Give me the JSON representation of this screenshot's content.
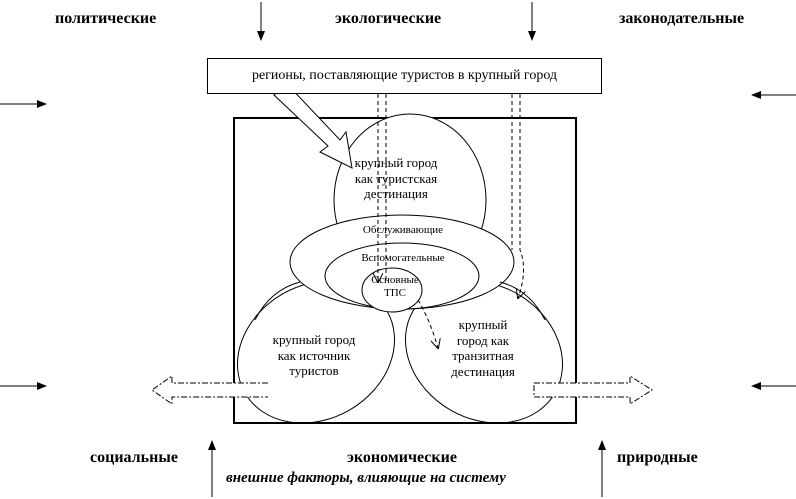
{
  "factors": {
    "political": "политические",
    "ecological": "экологические",
    "legislative": "законодательные",
    "social": "социальные",
    "economic": "экономические",
    "natural": "природные"
  },
  "regions_box": "регионы, поставляющие туристов в крупный город",
  "destination": {
    "line1": "крупный город",
    "line2": "как туристская",
    "line3": "дестинация"
  },
  "source": {
    "line1": "крупный город",
    "line2": "как источник",
    "line3": "туристов"
  },
  "transit": {
    "line1": "крупный",
    "line2": "город как",
    "line3": "транзитная",
    "line4": "дестинация"
  },
  "tps": {
    "serving": "Обслуживающие",
    "auxiliary": "Вспомогательные",
    "main1": "Основные",
    "main2": "ТПС"
  },
  "caption": "внешние факторы, влияющие на систему"
}
